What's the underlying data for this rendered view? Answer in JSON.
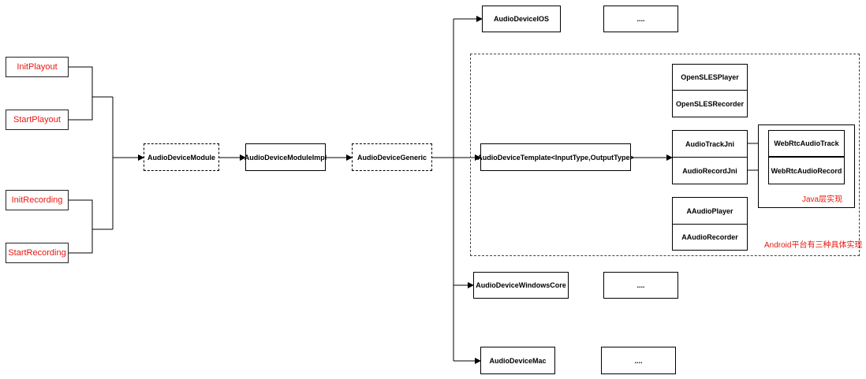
{
  "callers": {
    "init_playout": "InitPlayout",
    "start_playout": "StartPlayout",
    "init_recording": "InitRecording",
    "start_recording": "StartRecording"
  },
  "chain": {
    "module": "AudioDeviceModule",
    "module_impl": "AudioDeviceModuleImpl",
    "generic": "AudioDeviceGeneric"
  },
  "platforms": {
    "ios": "AudioDeviceIOS",
    "ios_more": "....",
    "windows": "AudioDeviceWindowsCore",
    "windows_more": "....",
    "mac": "AudioDeviceMac",
    "mac_more": "...."
  },
  "android": {
    "template": "AudioDeviceTemplate<InputType,OutputType>",
    "opensles_player": "OpenSLESPlayer",
    "opensles_recorder": "OpenSLESRecorder",
    "audio_track_jni": "AudioTrackJni",
    "audio_record_jni": "AudioRecordJni",
    "webrtc_audio_track": "WebRtcAudioTrack",
    "webrtc_audio_record": "WebRtcAudioRecord",
    "java_layer_label": "Java层实现",
    "aaudio_player": "AAudioPlayer",
    "aaudio_recorder": "AAudioRecorder",
    "region_label": "Android平台有三种具体实现"
  },
  "colors": {
    "accent_text": "#e8170e",
    "line": "#000000"
  }
}
